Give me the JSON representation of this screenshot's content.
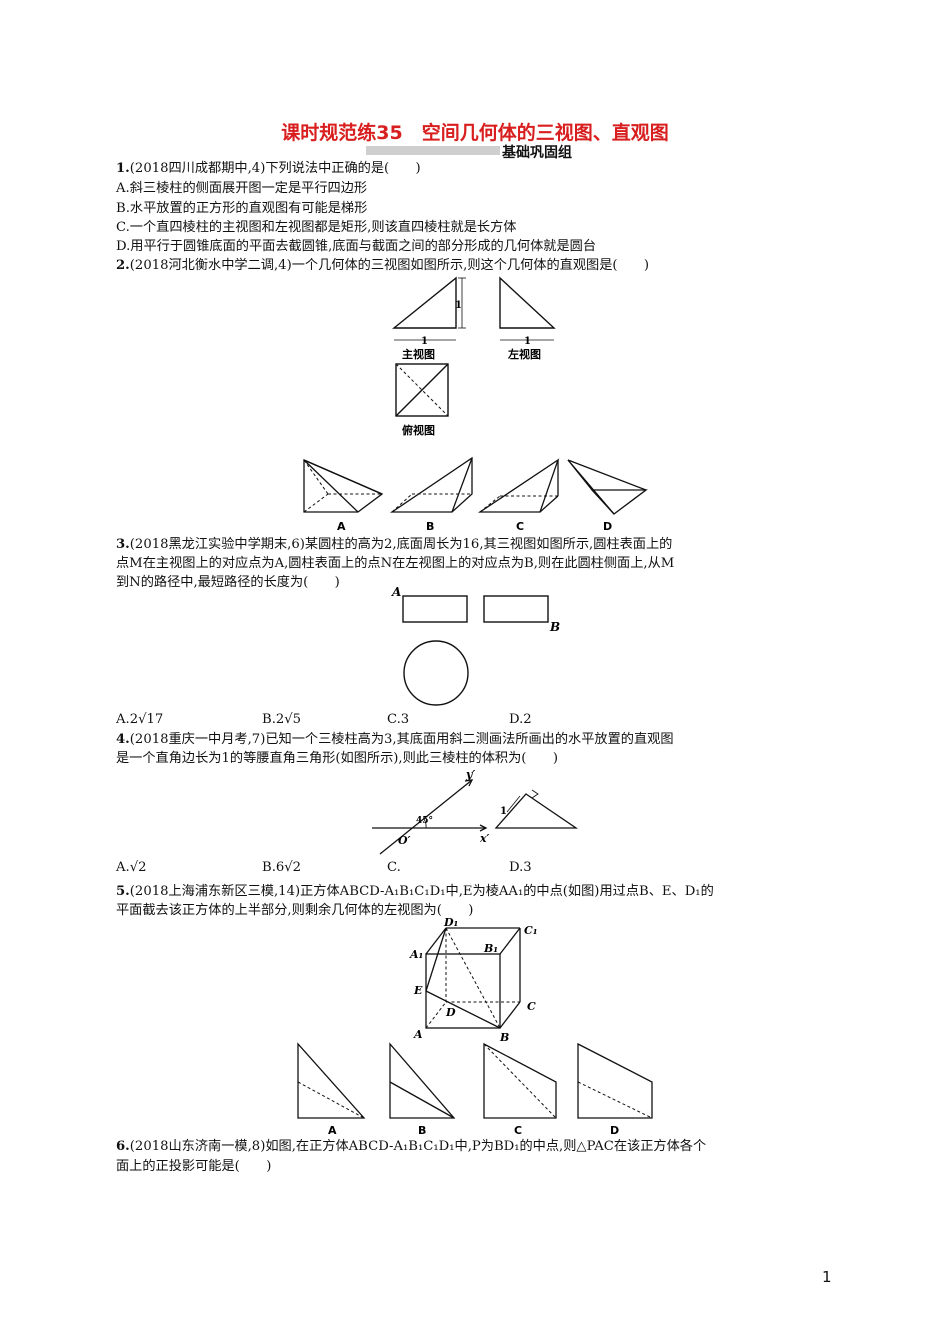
{
  "title": "课时规范练35　空间几何体的三视图、直观图",
  "subtitle": "基础巩固组",
  "q1": {
    "number": "1.",
    "stem": "(2018四川成都期中,4)下列说法中正确的是(　　)",
    "a": "A.斜三棱柱的侧面展开图一定是平行四边形",
    "b": "B.水平放置的正方形的直观图有可能是梯形",
    "c": "C.一个直四棱柱的主视图和左视图都是矩形,则该直四棱柱就是长方体",
    "d": "D.用平行于圆锥底面的平面去截圆锥,底面与截面之间的部分形成的几何体就是圆台"
  },
  "q2": {
    "number": "2.",
    "stem": "(2018河北衡水中学二调,4)一个几何体的三视图如图所示,则这个几何体的直观图是(　　)",
    "front_label": "主视图",
    "side_label": "左视图",
    "top_label": "俯视图",
    "dim": "1",
    "options": [
      "A",
      "B",
      "C",
      "D"
    ]
  },
  "q3": {
    "number": "3.",
    "line1": "(2018黑龙江实验中学期末,6)某圆柱的高为2,底面周长为16,其三视图如图所示,圆柱表面上的",
    "line2": "点M在主视图上的对应点为A,圆柱表面上的点N在左视图上的对应点为B,则在此圆柱侧面上,从M",
    "line3": "到N的路径中,最短路径的长度为(　　)",
    "label_a": "A",
    "label_b": "B",
    "opt_a": "A.2√17",
    "opt_b": "B.2√5",
    "opt_c": "C.3",
    "opt_d": "D.2"
  },
  "q4": {
    "number": "4.",
    "line1": "(2018重庆一中月考,7)已知一个三棱柱高为3,其底面用斜二测画法所画出的水平放置的直观图",
    "line2": "是一个直角边长为1的等腰直角三角形(如图所示),则此三棱柱的体积为(　　)",
    "axis_y": "y′",
    "axis_x": "x′",
    "origin": "O′",
    "angle": "45°",
    "side": "1",
    "opt_a": "A.√2",
    "opt_b": "B.6√2",
    "opt_c": "C.",
    "opt_d": "D.3"
  },
  "q5": {
    "number": "5.",
    "line1": "(2018上海浦东新区三模,14)正方体ABCD-A₁B₁C₁D₁中,E为棱AA₁的中点(如图)用过点B、E、D₁的",
    "line2": "平面截去该正方体的上半部分,则剩余几何体的左视图为(　　)",
    "vertices": {
      "D1": "D₁",
      "C1": "C₁",
      "A1": "A₁",
      "B1": "B₁",
      "E": "E",
      "D": "D",
      "C": "C",
      "A": "A",
      "B": "B"
    },
    "options": [
      "A",
      "B",
      "C",
      "D"
    ]
  },
  "q6": {
    "number": "6.",
    "line1": "(2018山东济南一模,8)如图,在正方体ABCD-A₁B₁C₁D₁中,P为BD₁的中点,则△PAC在该正方体各个",
    "line2": "面上的正投影可能是(　　)"
  },
  "page_number": "1"
}
